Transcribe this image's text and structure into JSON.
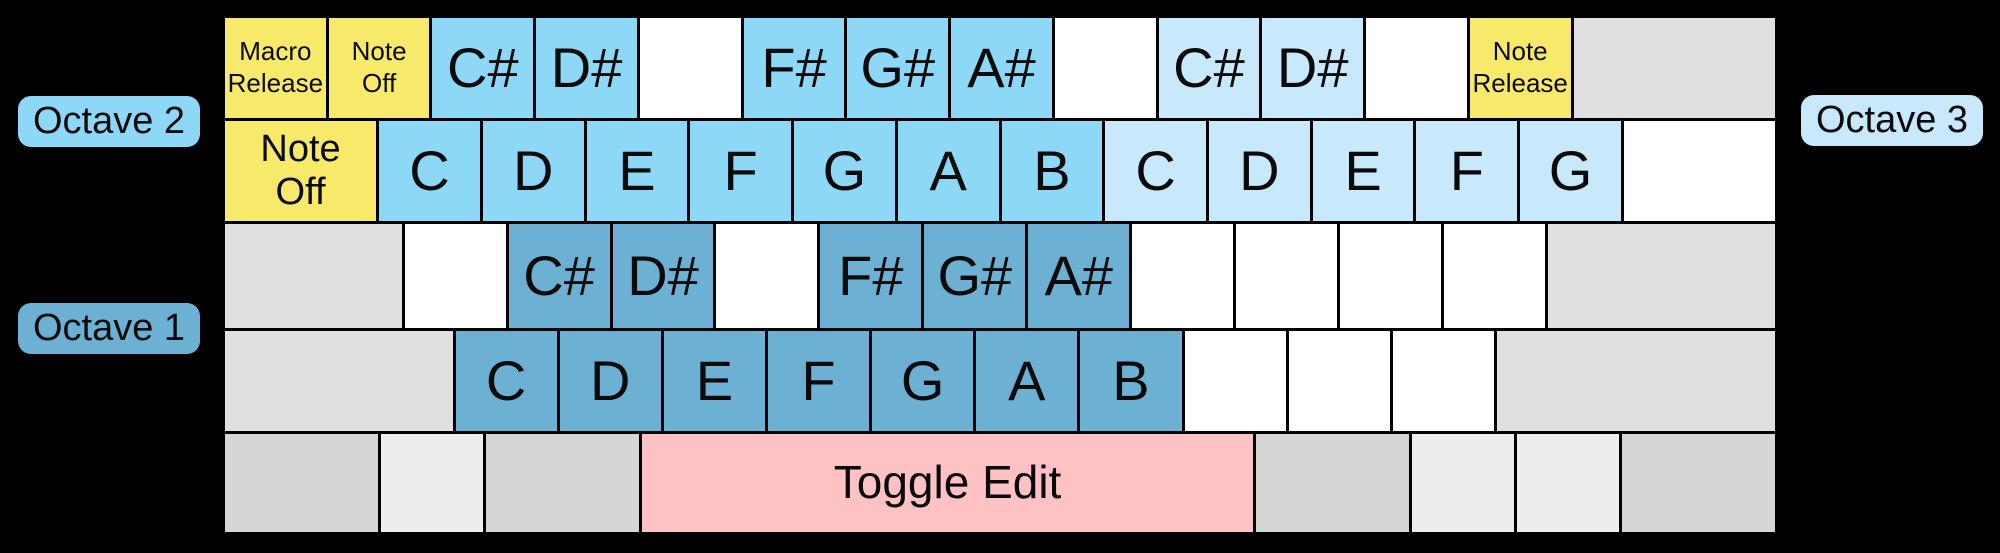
{
  "palette": {
    "yellow": "#f7e96a",
    "oct2": "#8ed8f7",
    "oct3": "#c8e9fb",
    "oct1": "#6cb0d4",
    "pink": "#ffc2c4",
    "white": "#ffffff",
    "gray": "#dfdfdf",
    "gray2": "#d5d5d5",
    "graylight": "#ededed"
  },
  "badges": {
    "octave2": {
      "label": "Octave 2",
      "color": "#8ed8f7"
    },
    "octave1": {
      "label": "Octave 1",
      "color": "#6cb0d4"
    },
    "octave3": {
      "label": "Octave 3",
      "color": "#c8e9fb"
    }
  },
  "keyboard": {
    "rows": [
      {
        "h": 100,
        "keys": [
          {
            "label": "Macro\nRelease",
            "color": "yellow",
            "w": 4,
            "size": "sm"
          },
          {
            "label": "Note\nOff",
            "color": "yellow",
            "w": 4,
            "size": "sm"
          },
          {
            "label": "C#",
            "color": "oct2",
            "w": 4,
            "size": "lg"
          },
          {
            "label": "D#",
            "color": "oct2",
            "w": 4,
            "size": "lg"
          },
          {
            "label": "",
            "color": "white",
            "w": 4
          },
          {
            "label": "F#",
            "color": "oct2",
            "w": 4,
            "size": "lg"
          },
          {
            "label": "G#",
            "color": "oct2",
            "w": 4,
            "size": "lg"
          },
          {
            "label": "A#",
            "color": "oct2",
            "w": 4,
            "size": "lg"
          },
          {
            "label": "",
            "color": "white",
            "w": 4
          },
          {
            "label": "C#",
            "color": "oct3",
            "w": 4,
            "size": "lg"
          },
          {
            "label": "D#",
            "color": "oct3",
            "w": 4,
            "size": "lg"
          },
          {
            "label": "",
            "color": "white",
            "w": 4
          },
          {
            "label": "Note\nRelease",
            "color": "yellow",
            "w": 4,
            "size": "sm"
          },
          {
            "label": "",
            "color": "gray",
            "w": 8
          }
        ]
      },
      {
        "h": 100,
        "keys": [
          {
            "label": "Note\nOff",
            "color": "yellow",
            "w": 6,
            "size": "md"
          },
          {
            "label": "C",
            "color": "oct2",
            "w": 4,
            "size": "lg"
          },
          {
            "label": "D",
            "color": "oct2",
            "w": 4,
            "size": "lg"
          },
          {
            "label": "E",
            "color": "oct2",
            "w": 4,
            "size": "lg"
          },
          {
            "label": "F",
            "color": "oct2",
            "w": 4,
            "size": "lg"
          },
          {
            "label": "G",
            "color": "oct2",
            "w": 4,
            "size": "lg"
          },
          {
            "label": "A",
            "color": "oct2",
            "w": 4,
            "size": "lg"
          },
          {
            "label": "B",
            "color": "oct2",
            "w": 4,
            "size": "lg"
          },
          {
            "label": "C",
            "color": "oct3",
            "w": 4,
            "size": "lg"
          },
          {
            "label": "D",
            "color": "oct3",
            "w": 4,
            "size": "lg"
          },
          {
            "label": "E",
            "color": "oct3",
            "w": 4,
            "size": "lg"
          },
          {
            "label": "F",
            "color": "oct3",
            "w": 4,
            "size": "lg"
          },
          {
            "label": "G",
            "color": "oct3",
            "w": 4,
            "size": "lg"
          },
          {
            "label": "",
            "color": "white",
            "w": 6
          }
        ]
      },
      {
        "h": 104,
        "keys": [
          {
            "label": "",
            "color": "gray",
            "w": 7
          },
          {
            "label": "",
            "color": "white",
            "w": 4
          },
          {
            "label": "C#",
            "color": "oct1",
            "w": 4,
            "size": "lg"
          },
          {
            "label": "D#",
            "color": "oct1",
            "w": 4,
            "size": "lg"
          },
          {
            "label": "",
            "color": "white",
            "w": 4
          },
          {
            "label": "F#",
            "color": "oct1",
            "w": 4,
            "size": "lg"
          },
          {
            "label": "G#",
            "color": "oct1",
            "w": 4,
            "size": "lg"
          },
          {
            "label": "A#",
            "color": "oct1",
            "w": 4,
            "size": "lg"
          },
          {
            "label": "",
            "color": "white",
            "w": 4
          },
          {
            "label": "",
            "color": "white",
            "w": 4
          },
          {
            "label": "",
            "color": "white",
            "w": 4
          },
          {
            "label": "",
            "color": "white",
            "w": 4
          },
          {
            "label": "",
            "color": "gray",
            "w": 9
          }
        ]
      },
      {
        "h": 100,
        "keys": [
          {
            "label": "",
            "color": "gray",
            "w": 9
          },
          {
            "label": "C",
            "color": "oct1",
            "w": 4,
            "size": "lg"
          },
          {
            "label": "D",
            "color": "oct1",
            "w": 4,
            "size": "lg"
          },
          {
            "label": "E",
            "color": "oct1",
            "w": 4,
            "size": "lg"
          },
          {
            "label": "F",
            "color": "oct1",
            "w": 4,
            "size": "lg"
          },
          {
            "label": "G",
            "color": "oct1",
            "w": 4,
            "size": "lg"
          },
          {
            "label": "A",
            "color": "oct1",
            "w": 4,
            "size": "lg"
          },
          {
            "label": "B",
            "color": "oct1",
            "w": 4,
            "size": "lg"
          },
          {
            "label": "",
            "color": "white",
            "w": 4
          },
          {
            "label": "",
            "color": "white",
            "w": 4
          },
          {
            "label": "",
            "color": "white",
            "w": 4
          },
          {
            "label": "",
            "color": "gray",
            "w": 11
          }
        ]
      },
      {
        "h": 98,
        "keys": [
          {
            "label": "",
            "color": "gray2",
            "w": 6
          },
          {
            "label": "",
            "color": "graylight",
            "w": 4
          },
          {
            "label": "",
            "color": "gray2",
            "w": 6
          },
          {
            "label": "Toggle Edit",
            "color": "pink",
            "w": 24,
            "size": "tg"
          },
          {
            "label": "",
            "color": "gray2",
            "w": 6
          },
          {
            "label": "",
            "color": "graylight",
            "w": 4
          },
          {
            "label": "",
            "color": "graylight",
            "w": 4
          },
          {
            "label": "",
            "color": "gray2",
            "w": 6
          }
        ]
      }
    ]
  }
}
